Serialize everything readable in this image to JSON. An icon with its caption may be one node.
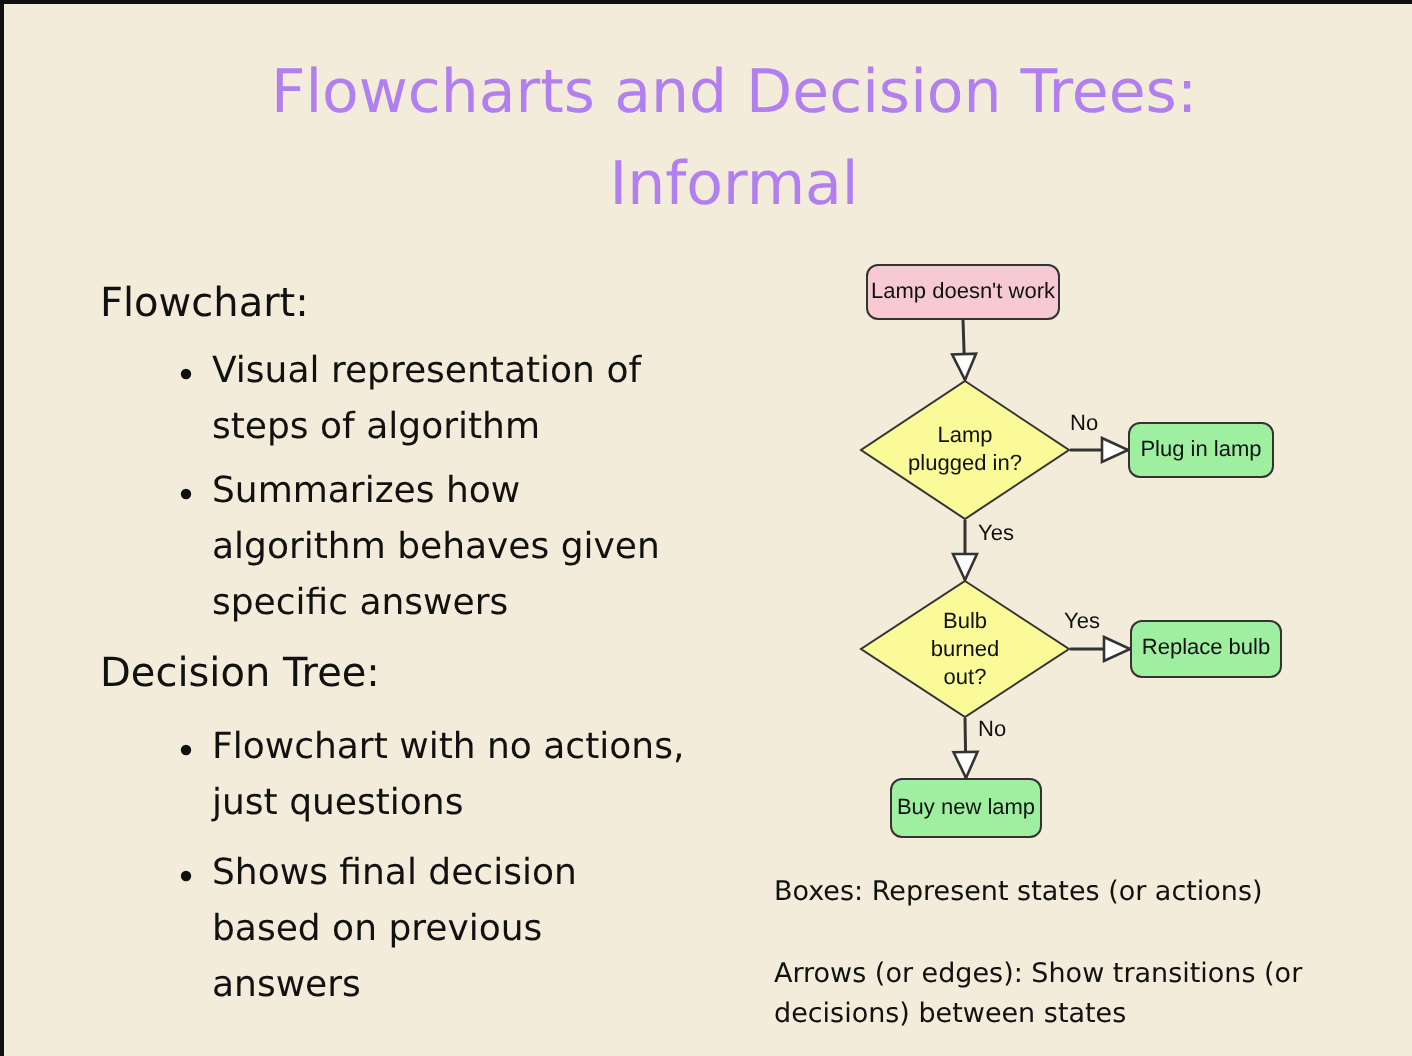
{
  "diagram": {
    "title": "Flowcharts and Decision Trees: Informal",
    "nodes": [
      {
        "text": [
          "Lamp doesn't work"
        ]
      },
      {
        "text": [
          "Lamp plugged in?"
        ]
      },
      {
        "text": [
          "Plug in lamp"
        ]
      },
      {
        "text": [
          "Bulb burned out?"
        ]
      },
      {
        "text": [
          "Replace bulb"
        ]
      },
      {
        "text": [
          "Buy new lamp"
        ]
      }
    ],
    "edges": [
      {
        "from": 0,
        "to": 1,
        "arrow": "to"
      },
      {
        "from": 1,
        "to": 2,
        "arrow": "to",
        "label": "No"
      },
      {
        "from": 1,
        "to": 3,
        "arrow": "to",
        "label": "Yes"
      },
      {
        "from": 3,
        "to": 4,
        "arrow": "to",
        "label": "Yes"
      },
      {
        "from": 3,
        "to": 5,
        "arrow": "to",
        "label": "No"
      }
    ],
    "labels": [
      "Flowchart:",
      "Visual representation of steps of algorithm",
      "Summarizes how algorithm behaves given specific answers",
      "Decision Tree:",
      "Flowchart with no actions, just questions",
      "Shows final decision based on previous answers",
      "Boxes: Represent states (or actions)",
      "Arrows (or edges): Show transitions (or decisions) between states"
    ]
  }
}
